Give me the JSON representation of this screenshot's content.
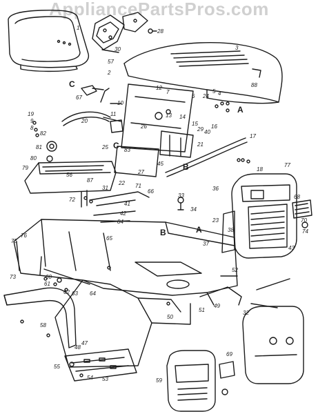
{
  "watermark": "AppliancePartsPros.com",
  "callouts": [
    {
      "id": "c1",
      "t": "1"
    },
    {
      "id": "c2",
      "t": "2"
    },
    {
      "id": "c3",
      "t": "3"
    },
    {
      "id": "c4",
      "t": "4"
    },
    {
      "id": "c5",
      "t": "5"
    },
    {
      "id": "c6",
      "t": "6"
    },
    {
      "id": "c7",
      "t": "7"
    },
    {
      "id": "c8",
      "t": "8"
    },
    {
      "id": "c9",
      "t": "9"
    },
    {
      "id": "c10",
      "t": "10"
    },
    {
      "id": "c11",
      "t": "11"
    },
    {
      "id": "c12",
      "t": "12"
    },
    {
      "id": "c13",
      "t": "13"
    },
    {
      "id": "c14",
      "t": "14"
    },
    {
      "id": "c15",
      "t": "15"
    },
    {
      "id": "c16",
      "t": "16"
    },
    {
      "id": "c17",
      "t": "17"
    },
    {
      "id": "c18",
      "t": "18"
    },
    {
      "id": "c19",
      "t": "19"
    },
    {
      "id": "c20",
      "t": "20"
    },
    {
      "id": "c21",
      "t": "21"
    },
    {
      "id": "c22",
      "t": "22"
    },
    {
      "id": "c23",
      "t": "23"
    },
    {
      "id": "c24",
      "t": "24"
    },
    {
      "id": "c25",
      "t": "25"
    },
    {
      "id": "c26",
      "t": "26"
    },
    {
      "id": "c27",
      "t": "27"
    },
    {
      "id": "c28",
      "t": "28"
    },
    {
      "id": "c29",
      "t": "29"
    },
    {
      "id": "c30",
      "t": "30"
    },
    {
      "id": "c31",
      "t": "31"
    },
    {
      "id": "c32",
      "t": "32"
    },
    {
      "id": "c33",
      "t": "33"
    },
    {
      "id": "c34",
      "t": "34"
    },
    {
      "id": "c36",
      "t": "36"
    },
    {
      "id": "c37",
      "t": "37"
    },
    {
      "id": "c38",
      "t": "38"
    },
    {
      "id": "c40",
      "t": "40"
    },
    {
      "id": "c41",
      "t": "41"
    },
    {
      "id": "c42",
      "t": "42"
    },
    {
      "id": "c43",
      "t": "43"
    },
    {
      "id": "c45",
      "t": "45"
    },
    {
      "id": "c47",
      "t": "47"
    },
    {
      "id": "c48",
      "t": "48"
    },
    {
      "id": "c49",
      "t": "49"
    },
    {
      "id": "c50",
      "t": "50"
    },
    {
      "id": "c51",
      "t": "51"
    },
    {
      "id": "c52",
      "t": "52"
    },
    {
      "id": "c53",
      "t": "53"
    },
    {
      "id": "c54",
      "t": "54"
    },
    {
      "id": "c55",
      "t": "55"
    },
    {
      "id": "c56",
      "t": "56"
    },
    {
      "id": "c57",
      "t": "57"
    },
    {
      "id": "c58",
      "t": "58"
    },
    {
      "id": "c59",
      "t": "59"
    },
    {
      "id": "c60",
      "t": "60"
    },
    {
      "id": "c61",
      "t": "61"
    },
    {
      "id": "c62",
      "t": "62"
    },
    {
      "id": "c63",
      "t": "63"
    },
    {
      "id": "c64",
      "t": "64"
    },
    {
      "id": "c65",
      "t": "65"
    },
    {
      "id": "c66",
      "t": "66"
    },
    {
      "id": "c67",
      "t": "67"
    },
    {
      "id": "c68",
      "t": "68"
    },
    {
      "id": "c69",
      "t": "69"
    },
    {
      "id": "c70",
      "t": "70"
    },
    {
      "id": "c71",
      "t": "71"
    },
    {
      "id": "c72",
      "t": "72"
    },
    {
      "id": "c73",
      "t": "73"
    },
    {
      "id": "c74",
      "t": "74"
    },
    {
      "id": "c75",
      "t": "75"
    },
    {
      "id": "c76",
      "t": "76"
    },
    {
      "id": "c77",
      "t": "77"
    },
    {
      "id": "c79",
      "t": "79"
    },
    {
      "id": "c80",
      "t": "80"
    },
    {
      "id": "c81",
      "t": "81"
    },
    {
      "id": "c82",
      "t": "82"
    },
    {
      "id": "c83",
      "t": "83"
    },
    {
      "id": "c84",
      "t": "84"
    },
    {
      "id": "c87",
      "t": "87"
    },
    {
      "id": "c88",
      "t": "88"
    }
  ],
  "letters": [
    {
      "id": "lA1",
      "t": "A"
    },
    {
      "id": "lA2",
      "t": "A"
    },
    {
      "id": "lB1",
      "t": "B"
    },
    {
      "id": "lB2",
      "t": "B"
    },
    {
      "id": "lC1",
      "t": "C"
    },
    {
      "id": "lC2",
      "t": "C"
    }
  ],
  "colors": {
    "ink": "#1a1a1a",
    "paper": "#ffffff",
    "watermark": "#aaaaaa"
  }
}
